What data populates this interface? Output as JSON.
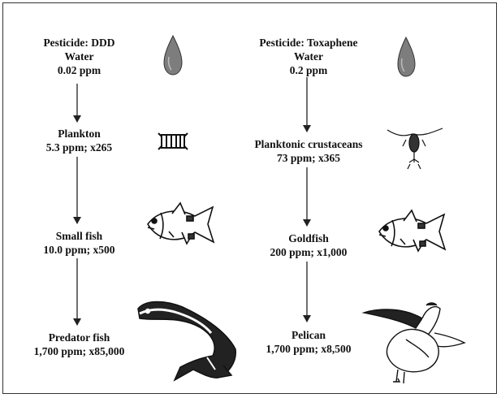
{
  "left_chain": {
    "stages": [
      {
        "lines": [
          "Pesticide: DDD",
          "Water",
          "0.02 ppm"
        ],
        "icon": "water-drop-icon"
      },
      {
        "lines": [
          "Plankton",
          "5.3 ppm; x265"
        ],
        "icon": "plankton-icon"
      },
      {
        "lines": [
          "Small fish",
          "10.0 ppm; x500"
        ],
        "icon": "fish-icon"
      },
      {
        "lines": [
          "Predator fish",
          "1,700 ppm; x85,000"
        ],
        "icon": "salmon-icon"
      }
    ]
  },
  "right_chain": {
    "stages": [
      {
        "lines": [
          "Pesticide: Toxaphene",
          "Water",
          "0.2 ppm"
        ],
        "icon": "water-drop-icon"
      },
      {
        "lines": [
          "Planktonic crustaceans",
          "73 ppm; x365"
        ],
        "icon": "crustacean-icon"
      },
      {
        "lines": [
          "Goldfish",
          "200 ppm; x1,000"
        ],
        "icon": "fish-icon"
      },
      {
        "lines": [
          "Pelican",
          "1,700 ppm; x8,500"
        ],
        "icon": "pelican-icon"
      }
    ]
  },
  "colors": {
    "drop": "#8a8a8a",
    "line": "#222222",
    "text": "#111111"
  }
}
